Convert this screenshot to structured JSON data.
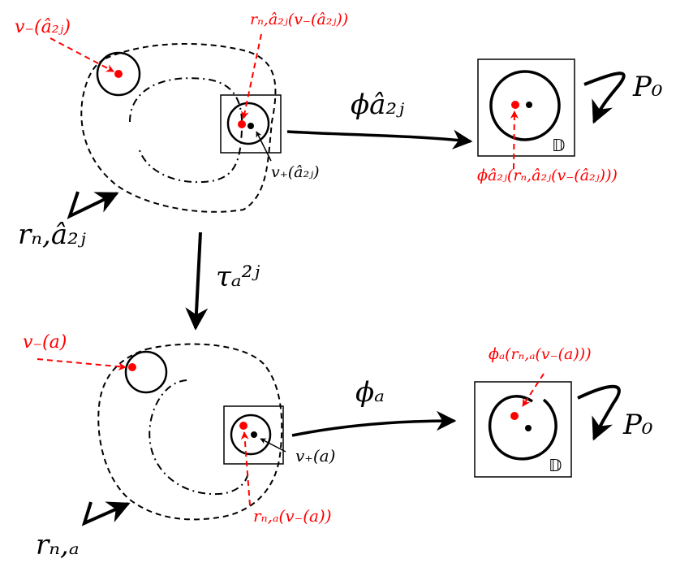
{
  "colors": {
    "ink": "#000000",
    "accent": "#ff0000",
    "background": "#ffffff"
  },
  "top": {
    "v_minus": "v₋(â₂ⱼ)",
    "r_of_v_minus": "rₙ,â₂ⱼ(v₋(â₂ⱼ))",
    "v_plus": "v₊(â₂ⱼ)",
    "r_map": "rₙ,â₂ⱼ",
    "phi": "ϕâ₂ⱼ",
    "phi_image": "ϕâ₂ⱼ(rₙ,â₂ⱼ(v₋(â₂ⱼ)))",
    "disk": "𝔻",
    "p0": "P₀"
  },
  "middle": {
    "tau": "τₐ²ʲ"
  },
  "bottom": {
    "v_minus": "v₋(a)",
    "r_of_v_minus": "rₙ,ₐ(v₋(a))",
    "v_plus": "v₊(a)",
    "r_map": "rₙ,ₐ",
    "phi": "ϕₐ",
    "phi_image": "ϕₐ(rₙ,ₐ(v₋(a)))",
    "disk": "𝔻",
    "p0": "P₀"
  }
}
